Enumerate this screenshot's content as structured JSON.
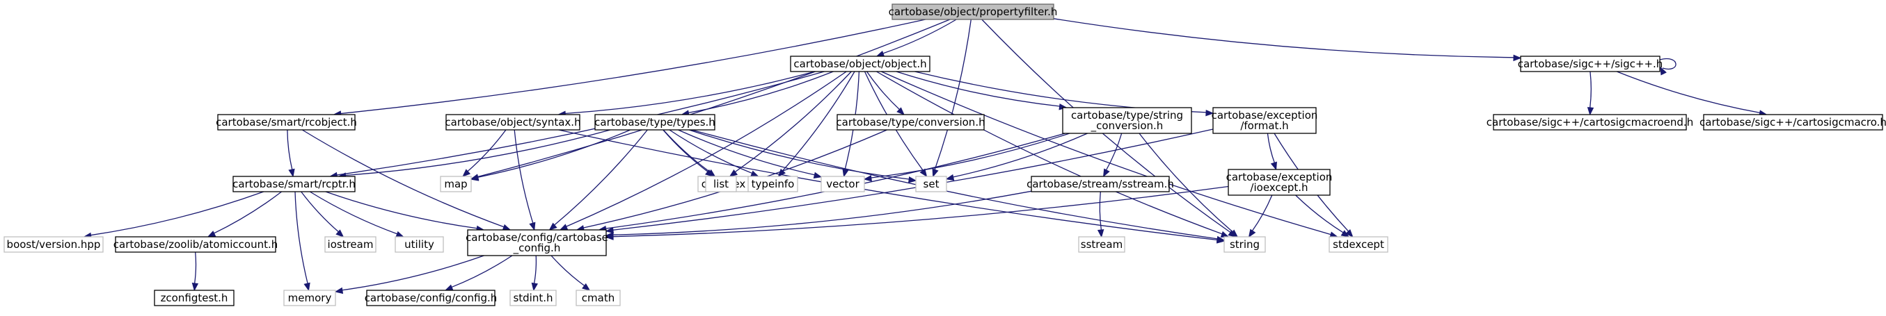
{
  "diagram": {
    "type": "include-dependency-graph",
    "nodes": [
      {
        "id": "propertyfilter",
        "lines": [
          "cartobase/object/propertyfilter.h"
        ],
        "kind": "root"
      },
      {
        "id": "object",
        "lines": [
          "cartobase/object/object.h"
        ],
        "kind": "file"
      },
      {
        "id": "sigcpp",
        "lines": [
          "cartobase/sigc++/sigc++.h"
        ],
        "kind": "file"
      },
      {
        "id": "rcobject",
        "lines": [
          "cartobase/smart/rcobject.h"
        ],
        "kind": "file"
      },
      {
        "id": "syntax",
        "lines": [
          "cartobase/object/syntax.h"
        ],
        "kind": "file"
      },
      {
        "id": "types",
        "lines": [
          "cartobase/type/types.h"
        ],
        "kind": "file"
      },
      {
        "id": "conversion",
        "lines": [
          "cartobase/type/conversion.h"
        ],
        "kind": "file"
      },
      {
        "id": "stringconv",
        "lines": [
          "cartobase/type/string",
          "_conversion.h"
        ],
        "kind": "file"
      },
      {
        "id": "format",
        "lines": [
          "cartobase/exception",
          "/format.h"
        ],
        "kind": "file"
      },
      {
        "id": "macroend",
        "lines": [
          "cartobase/sigc++/cartosigcmacroend.h"
        ],
        "kind": "file"
      },
      {
        "id": "macro",
        "lines": [
          "cartobase/sigc++/cartosigcmacro.h"
        ],
        "kind": "file"
      },
      {
        "id": "rcptr",
        "lines": [
          "cartobase/smart/rcptr.h"
        ],
        "kind": "file"
      },
      {
        "id": "sstream_h",
        "lines": [
          "cartobase/stream/sstream.h"
        ],
        "kind": "file"
      },
      {
        "id": "ioexcept",
        "lines": [
          "cartobase/exception",
          "/ioexcept.h"
        ],
        "kind": "file"
      },
      {
        "id": "map",
        "lines": [
          "map"
        ],
        "kind": "system"
      },
      {
        "id": "complex",
        "lines": [
          "complex"
        ],
        "kind": "system"
      },
      {
        "id": "list",
        "lines": [
          "list"
        ],
        "kind": "system"
      },
      {
        "id": "typeinfo",
        "lines": [
          "typeinfo"
        ],
        "kind": "system"
      },
      {
        "id": "vector",
        "lines": [
          "vector"
        ],
        "kind": "system"
      },
      {
        "id": "set",
        "lines": [
          "set"
        ],
        "kind": "system"
      },
      {
        "id": "boostver",
        "lines": [
          "boost/version.hpp"
        ],
        "kind": "system"
      },
      {
        "id": "atomiccount",
        "lines": [
          "cartobase/zoolib/atomiccount.h"
        ],
        "kind": "file"
      },
      {
        "id": "iostream",
        "lines": [
          "iostream"
        ],
        "kind": "system"
      },
      {
        "id": "utility",
        "lines": [
          "utility"
        ],
        "kind": "system"
      },
      {
        "id": "cartoconfig",
        "lines": [
          "cartobase/config/cartobase",
          "_config.h"
        ],
        "kind": "file"
      },
      {
        "id": "sstream",
        "lines": [
          "sstream"
        ],
        "kind": "system"
      },
      {
        "id": "string",
        "lines": [
          "string"
        ],
        "kind": "system"
      },
      {
        "id": "stdexcept",
        "lines": [
          "stdexcept"
        ],
        "kind": "system"
      },
      {
        "id": "zconfigtest",
        "lines": [
          "zconfigtest.h"
        ],
        "kind": "file"
      },
      {
        "id": "memory",
        "lines": [
          "memory"
        ],
        "kind": "system"
      },
      {
        "id": "config",
        "lines": [
          "cartobase/config/config.h"
        ],
        "kind": "file"
      },
      {
        "id": "stdint",
        "lines": [
          "stdint.h"
        ],
        "kind": "system"
      },
      {
        "id": "cmath",
        "lines": [
          "cmath"
        ],
        "kind": "system"
      }
    ],
    "edges": [
      [
        "propertyfilter",
        "object"
      ],
      [
        "propertyfilter",
        "sigcpp"
      ],
      [
        "propertyfilter",
        "rcobject"
      ],
      [
        "propertyfilter",
        "map"
      ],
      [
        "propertyfilter",
        "set"
      ],
      [
        "propertyfilter",
        "string"
      ],
      [
        "object",
        "rcptr"
      ],
      [
        "object",
        "syntax"
      ],
      [
        "object",
        "types"
      ],
      [
        "object",
        "conversion"
      ],
      [
        "object",
        "stringconv"
      ],
      [
        "object",
        "format"
      ],
      [
        "object",
        "cartoconfig"
      ],
      [
        "object",
        "list"
      ],
      [
        "object",
        "typeinfo"
      ],
      [
        "object",
        "vector"
      ],
      [
        "object",
        "set"
      ],
      [
        "object",
        "string"
      ],
      [
        "object",
        "stdexcept"
      ],
      [
        "sigcpp",
        "sigcpp"
      ],
      [
        "sigcpp",
        "macroend"
      ],
      [
        "sigcpp",
        "macro"
      ],
      [
        "rcobject",
        "rcptr"
      ],
      [
        "rcobject",
        "cartoconfig"
      ],
      [
        "syntax",
        "map"
      ],
      [
        "syntax",
        "cartoconfig"
      ],
      [
        "syntax",
        "string"
      ],
      [
        "types",
        "rcptr"
      ],
      [
        "types",
        "map"
      ],
      [
        "types",
        "complex"
      ],
      [
        "types",
        "list"
      ],
      [
        "types",
        "typeinfo"
      ],
      [
        "types",
        "vector"
      ],
      [
        "types",
        "set"
      ],
      [
        "types",
        "string"
      ],
      [
        "types",
        "cartoconfig"
      ],
      [
        "conversion",
        "cartoconfig"
      ],
      [
        "stringconv",
        "vector"
      ],
      [
        "stringconv",
        "set"
      ],
      [
        "stringconv",
        "sstream_h"
      ],
      [
        "stringconv",
        "string"
      ],
      [
        "stringconv",
        "cartoconfig"
      ],
      [
        "format",
        "ioexcept"
      ],
      [
        "format",
        "stdexcept"
      ],
      [
        "format",
        "cartoconfig"
      ],
      [
        "rcptr",
        "boostver"
      ],
      [
        "rcptr",
        "atomiccount"
      ],
      [
        "rcptr",
        "iostream"
      ],
      [
        "rcptr",
        "utility"
      ],
      [
        "rcptr",
        "memory"
      ],
      [
        "rcptr",
        "cartoconfig"
      ],
      [
        "sstream_h",
        "sstream"
      ],
      [
        "sstream_h",
        "cartoconfig"
      ],
      [
        "ioexcept",
        "string"
      ],
      [
        "ioexcept",
        "stdexcept"
      ],
      [
        "ioexcept",
        "cartoconfig"
      ],
      [
        "atomiccount",
        "zconfigtest"
      ],
      [
        "cartoconfig",
        "memory"
      ],
      [
        "cartoconfig",
        "config"
      ],
      [
        "cartoconfig",
        "stdint"
      ],
      [
        "cartoconfig",
        "cmath"
      ]
    ]
  }
}
